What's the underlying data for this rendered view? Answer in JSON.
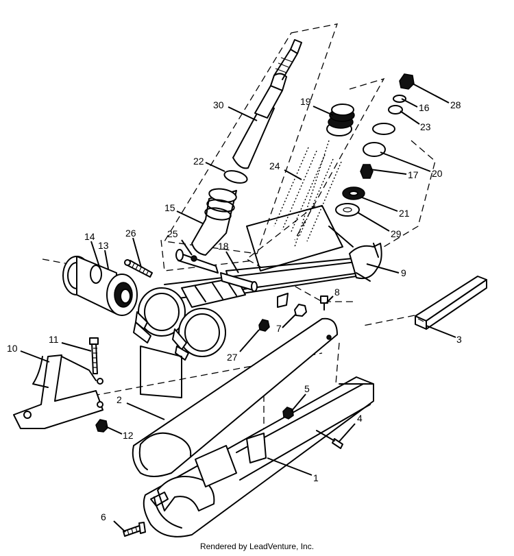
{
  "diagram": {
    "callouts": [
      {
        "id": "1",
        "label": "1"
      },
      {
        "id": "2",
        "label": "2"
      },
      {
        "id": "3",
        "label": "3"
      },
      {
        "id": "4",
        "label": "4"
      },
      {
        "id": "5",
        "label": "5"
      },
      {
        "id": "6",
        "label": "6"
      },
      {
        "id": "7",
        "label": "7"
      },
      {
        "id": "8",
        "label": "8"
      },
      {
        "id": "9",
        "label": "9"
      },
      {
        "id": "10",
        "label": "10"
      },
      {
        "id": "11",
        "label": "11"
      },
      {
        "id": "12",
        "label": "12"
      },
      {
        "id": "13",
        "label": "13"
      },
      {
        "id": "14",
        "label": "14"
      },
      {
        "id": "15",
        "label": "15"
      },
      {
        "id": "16",
        "label": "16"
      },
      {
        "id": "17",
        "label": "17"
      },
      {
        "id": "18",
        "label": "18"
      },
      {
        "id": "19",
        "label": "19"
      },
      {
        "id": "20",
        "label": "20"
      },
      {
        "id": "21",
        "label": "21"
      },
      {
        "id": "22",
        "label": "22"
      },
      {
        "id": "23",
        "label": "23"
      },
      {
        "id": "24",
        "label": "24"
      },
      {
        "id": "25",
        "label": "25"
      },
      {
        "id": "26",
        "label": "26"
      },
      {
        "id": "27",
        "label": "27"
      },
      {
        "id": "28",
        "label": "28"
      },
      {
        "id": "29",
        "label": "29"
      },
      {
        "id": "30",
        "label": "30"
      }
    ]
  },
  "footer": {
    "credit": "Rendered by LeadVenture, Inc."
  }
}
